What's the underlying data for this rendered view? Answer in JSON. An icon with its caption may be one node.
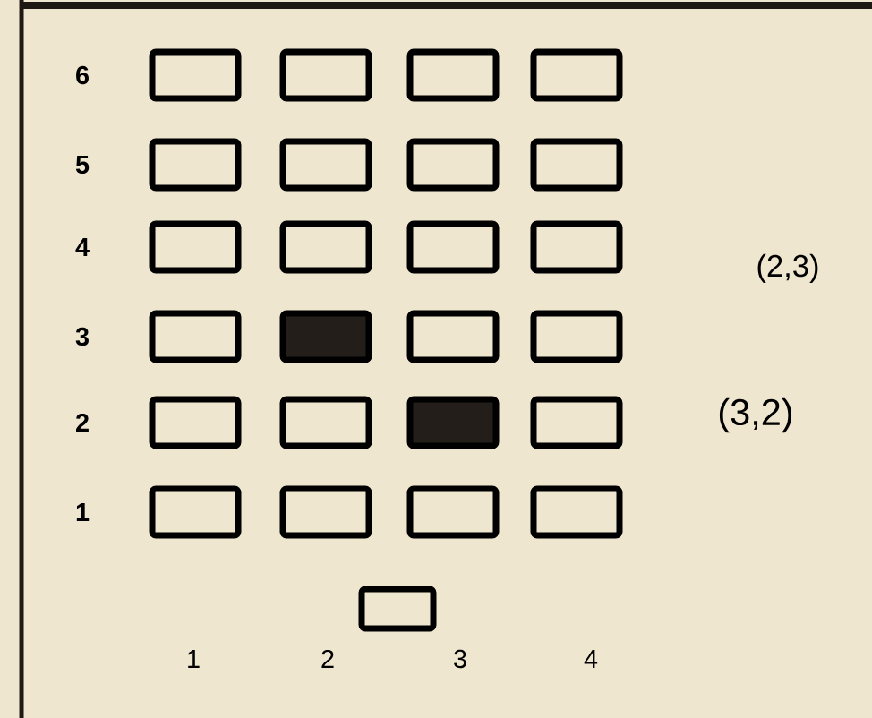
{
  "diagram": {
    "nodes": [
      {
        "text": [],
        "shape": "box"
      },
      {
        "text": [],
        "shape": "box"
      },
      {
        "text": [],
        "shape": "box"
      },
      {
        "text": [],
        "shape": "box"
      },
      {
        "text": [],
        "shape": "box"
      },
      {
        "text": [],
        "shape": "box"
      },
      {
        "text": [],
        "shape": "box"
      },
      {
        "text": [],
        "shape": "box"
      },
      {
        "text": [],
        "shape": "box"
      },
      {
        "text": [],
        "shape": "box"
      },
      {
        "text": [],
        "shape": "box"
      },
      {
        "text": [],
        "shape": "box"
      },
      {
        "text": [],
        "shape": "box"
      },
      {
        "text": [],
        "shape": "bar"
      },
      {
        "text": [],
        "shape": "box"
      },
      {
        "text": [],
        "shape": "box"
      },
      {
        "text": [],
        "shape": "box"
      },
      {
        "text": [],
        "shape": "box"
      },
      {
        "text": [],
        "shape": "bar"
      },
      {
        "text": [],
        "shape": "box"
      },
      {
        "text": [],
        "shape": "box"
      },
      {
        "text": [],
        "shape": "box"
      },
      {
        "text": [],
        "shape": "box"
      },
      {
        "text": [],
        "shape": "box"
      },
      {
        "text": [],
        "shape": "box"
      }
    ],
    "labels": [
      "6",
      "5",
      "4",
      "3",
      "2",
      "1",
      "(2,3)",
      "(3,2)",
      "1",
      "2",
      "3",
      "4"
    ]
  }
}
